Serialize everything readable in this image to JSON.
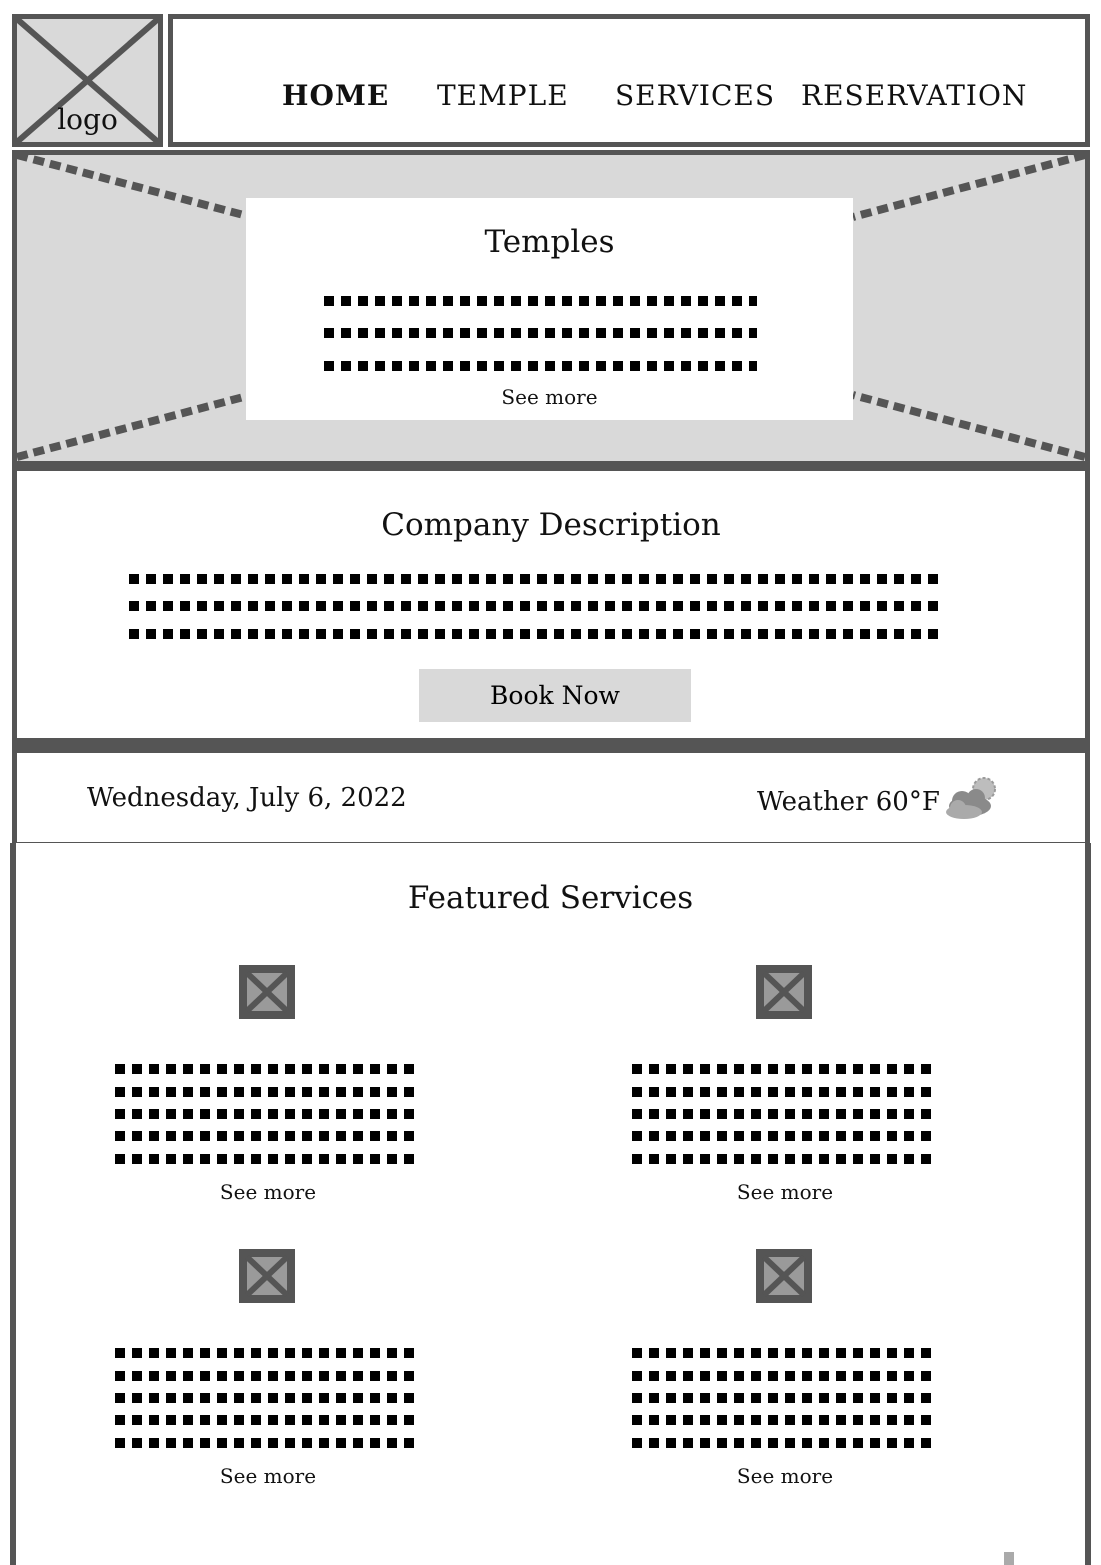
{
  "header": {
    "logo_label": "logo",
    "nav": [
      {
        "label": "HOME",
        "active": true
      },
      {
        "label": "TEMPLE",
        "active": false
      },
      {
        "label": "SERVICES",
        "active": false
      },
      {
        "label": "RESERVATION",
        "active": false
      }
    ]
  },
  "hero": {
    "title": "Temples",
    "see_more": "See more"
  },
  "company": {
    "title": "Company Description",
    "button_label": "Book Now"
  },
  "info": {
    "date": "Wednesday, July 6, 2022",
    "weather": "Weather 60°F",
    "weather_icon": "partly-cloudy-icon"
  },
  "featured": {
    "title": "Featured Services",
    "items": [
      {
        "see_more": "See more",
        "icon": "image-placeholder-icon"
      },
      {
        "see_more": "See more",
        "icon": "image-placeholder-icon"
      },
      {
        "see_more": "See more",
        "icon": "image-placeholder-icon"
      },
      {
        "see_more": "See more",
        "icon": "image-placeholder-icon"
      }
    ]
  },
  "colors": {
    "border": "#555555",
    "placeholder_fill": "#d9d9d9",
    "text": "#111111"
  }
}
